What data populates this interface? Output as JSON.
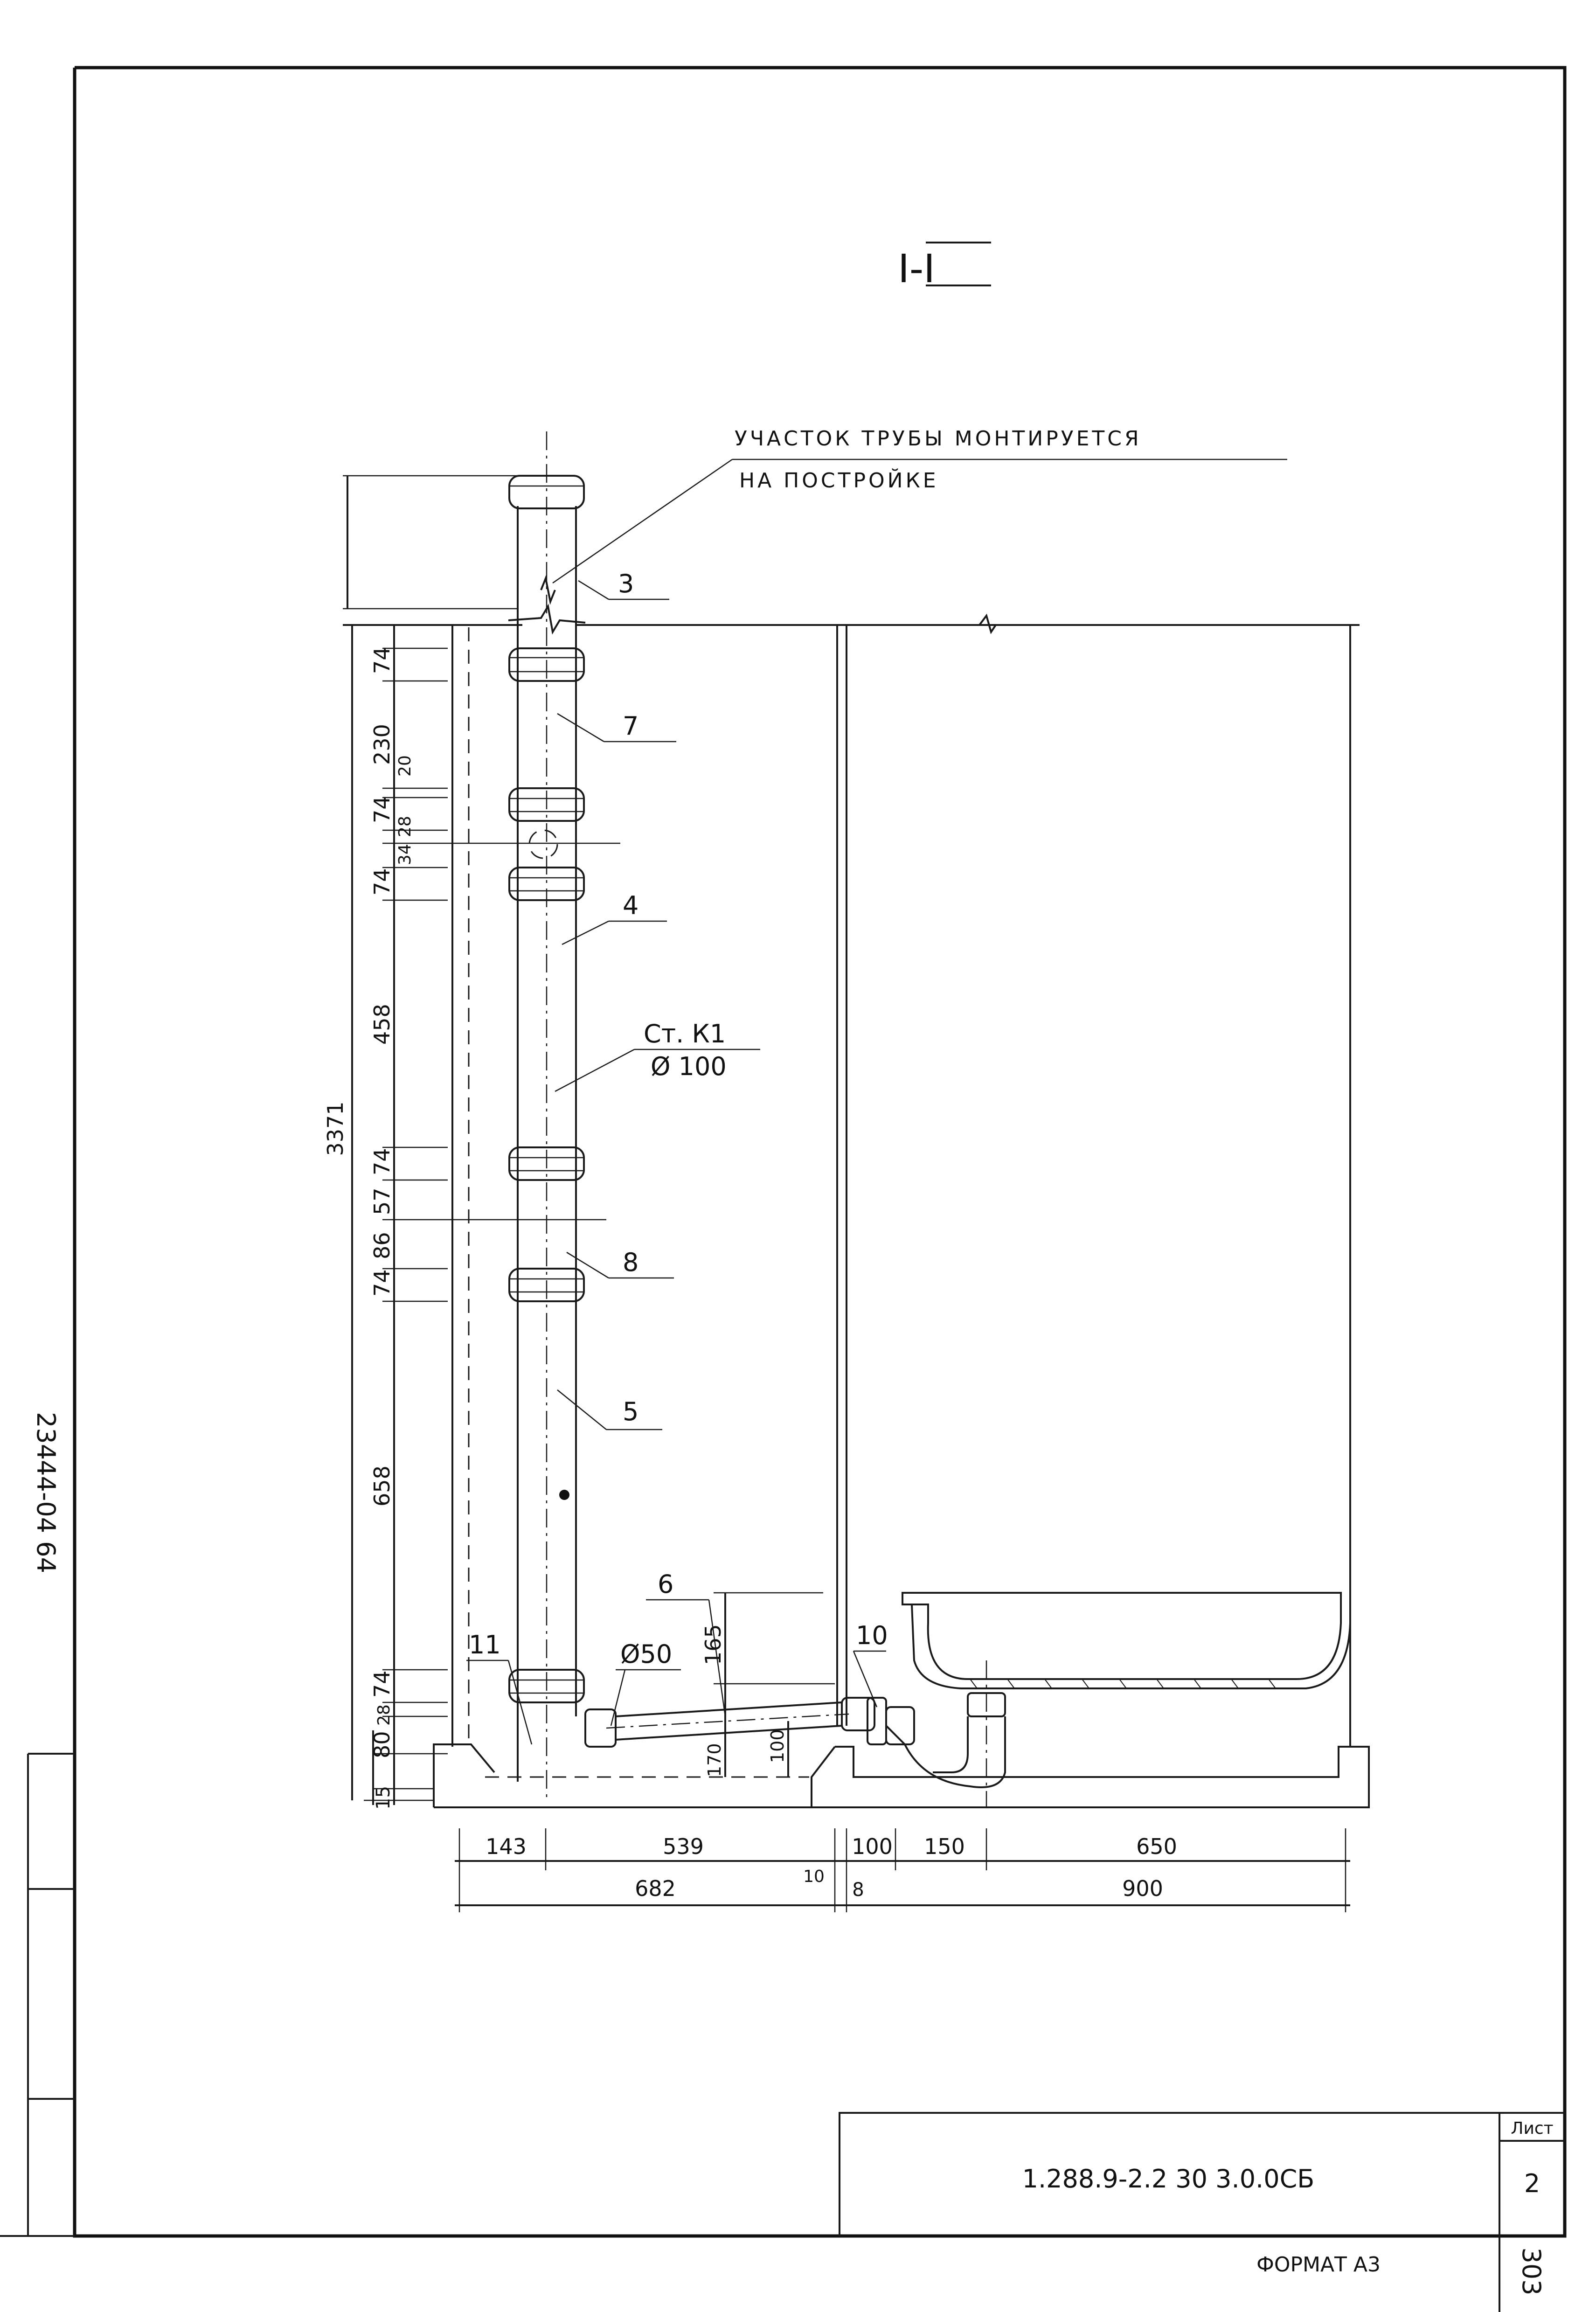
{
  "section_title": "I-I",
  "note": {
    "line1": "УЧАСТОК   ТРУБЫ   МОНТИРУЕТСЯ",
    "line2": "НА   ПОСТРОЙКЕ"
  },
  "riser": {
    "label": "Ст. К1",
    "diameter": "Ø 100"
  },
  "branch_diameter": "Ø50",
  "positions": [
    "3",
    "7",
    "4",
    "8",
    "5",
    "6",
    "10",
    "11"
  ],
  "vertical_dims": {
    "total": "3371",
    "segments": [
      "74",
      "230",
      "20",
      "74",
      "28",
      "34",
      "74",
      "458",
      "74",
      "57",
      "86",
      "74",
      "658",
      "74",
      "28",
      "80",
      "15"
    ]
  },
  "slope_dims": [
    "165",
    "170",
    "100"
  ],
  "horizontal_dims": {
    "row1": [
      "143",
      "539",
      "100",
      "150",
      "650"
    ],
    "row2": [
      "682",
      "10",
      "8",
      "900"
    ]
  },
  "side_text": "23444-04   64",
  "stamp": {
    "code": "1.288.9-2.2  30  3.0.0СБ",
    "sheet_label": "Лист",
    "sheet_number": "2",
    "format": "ФОРМАТ А3",
    "corner": "303"
  }
}
